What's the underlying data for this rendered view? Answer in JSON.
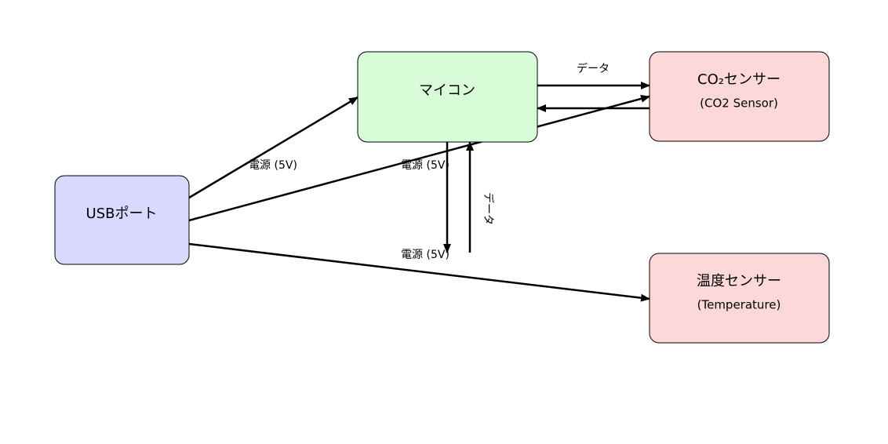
{
  "colors": {
    "usb_fill": "#d9d9fd",
    "mcu_fill": "#d8fcd8",
    "sensor_fill": "#fdd8d8",
    "stroke": "#000000"
  },
  "nodes": {
    "usb": {
      "title": "USBポート"
    },
    "mcu": {
      "title": "マイコン"
    },
    "co2": {
      "title": "CO₂センサー",
      "subtitle": "(CO2 Sensor)"
    },
    "temp": {
      "title": "温度センサー",
      "subtitle": "(Temperature)"
    }
  },
  "edges": {
    "usb_to_mcu": "電源 (5V)",
    "usb_to_co2": "電源 (5V)",
    "mcu_to_temp": "電源 (5V)",
    "mcu_to_co2": "データ",
    "temp_to_mcu": "データ"
  }
}
